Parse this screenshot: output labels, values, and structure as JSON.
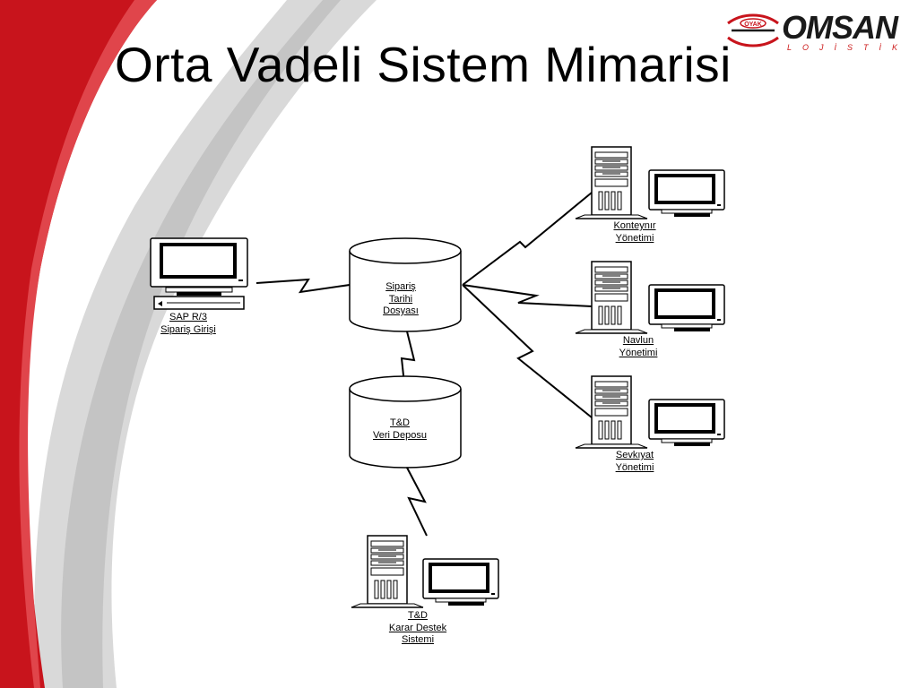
{
  "slide": {
    "title": "Orta Vadeli Sistem Mimarisi"
  },
  "logo": {
    "badge_text": "OYAK",
    "brand": "OMSAN",
    "subtitle": "LOJİSTİK"
  },
  "colors": {
    "accent_red": "#c8141c",
    "swoosh_gray": "#b9b9b9"
  },
  "nodes": {
    "sap": {
      "line1": "SAP R/3",
      "line2": "Sipariş Girişi"
    },
    "order_db": {
      "line1": "Sipariş",
      "line2": "Tarihi",
      "line3": "Dosyası"
    },
    "td_db": {
      "line1": "T&D",
      "line2": "Veri Deposu"
    },
    "container": {
      "line1": "Konteynır",
      "line2": "Yönetimi"
    },
    "freight": {
      "line1": "Navlun",
      "line2": "Yönetimi"
    },
    "shipment": {
      "line1": "Sevkıyat",
      "line2": "Yönetimi"
    },
    "dss": {
      "line1": "T&D",
      "line2": "Karar Destek",
      "line3": "Sistemi"
    }
  }
}
